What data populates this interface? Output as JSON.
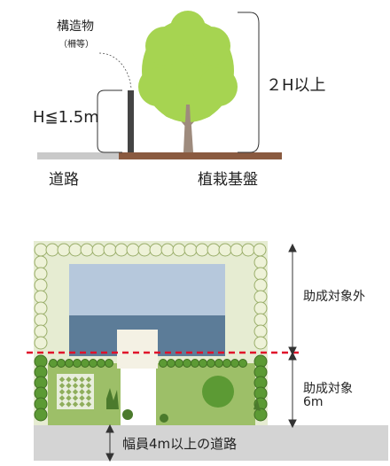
{
  "top_figure": {
    "structure_label": "構造物",
    "structure_sublabel": "（柵等）",
    "height_limit_label": "H≦1.5m",
    "tree_height_label": "２H以上",
    "road_label": "道路",
    "planting_base_label": "植栽基盤"
  },
  "bottom_figure": {
    "outside_label": "助成対象外",
    "target_label_line1": "助成対象",
    "target_label_line2": "6m",
    "road_label": "幅員4m以上の道路"
  },
  "colors": {
    "ground_brown": "#8a5a40",
    "road_gray": "#c9c9c9",
    "tree_leaf": "#a6d451",
    "tree_trunk": "#9e8b7d",
    "structure_post": "#444444",
    "boundary_dash": "#e0102a",
    "roof_light": "#b6c8dc",
    "roof_dark": "#5c7c98",
    "lawn": "#9dbf68",
    "hedge": "#5c9a34"
  }
}
